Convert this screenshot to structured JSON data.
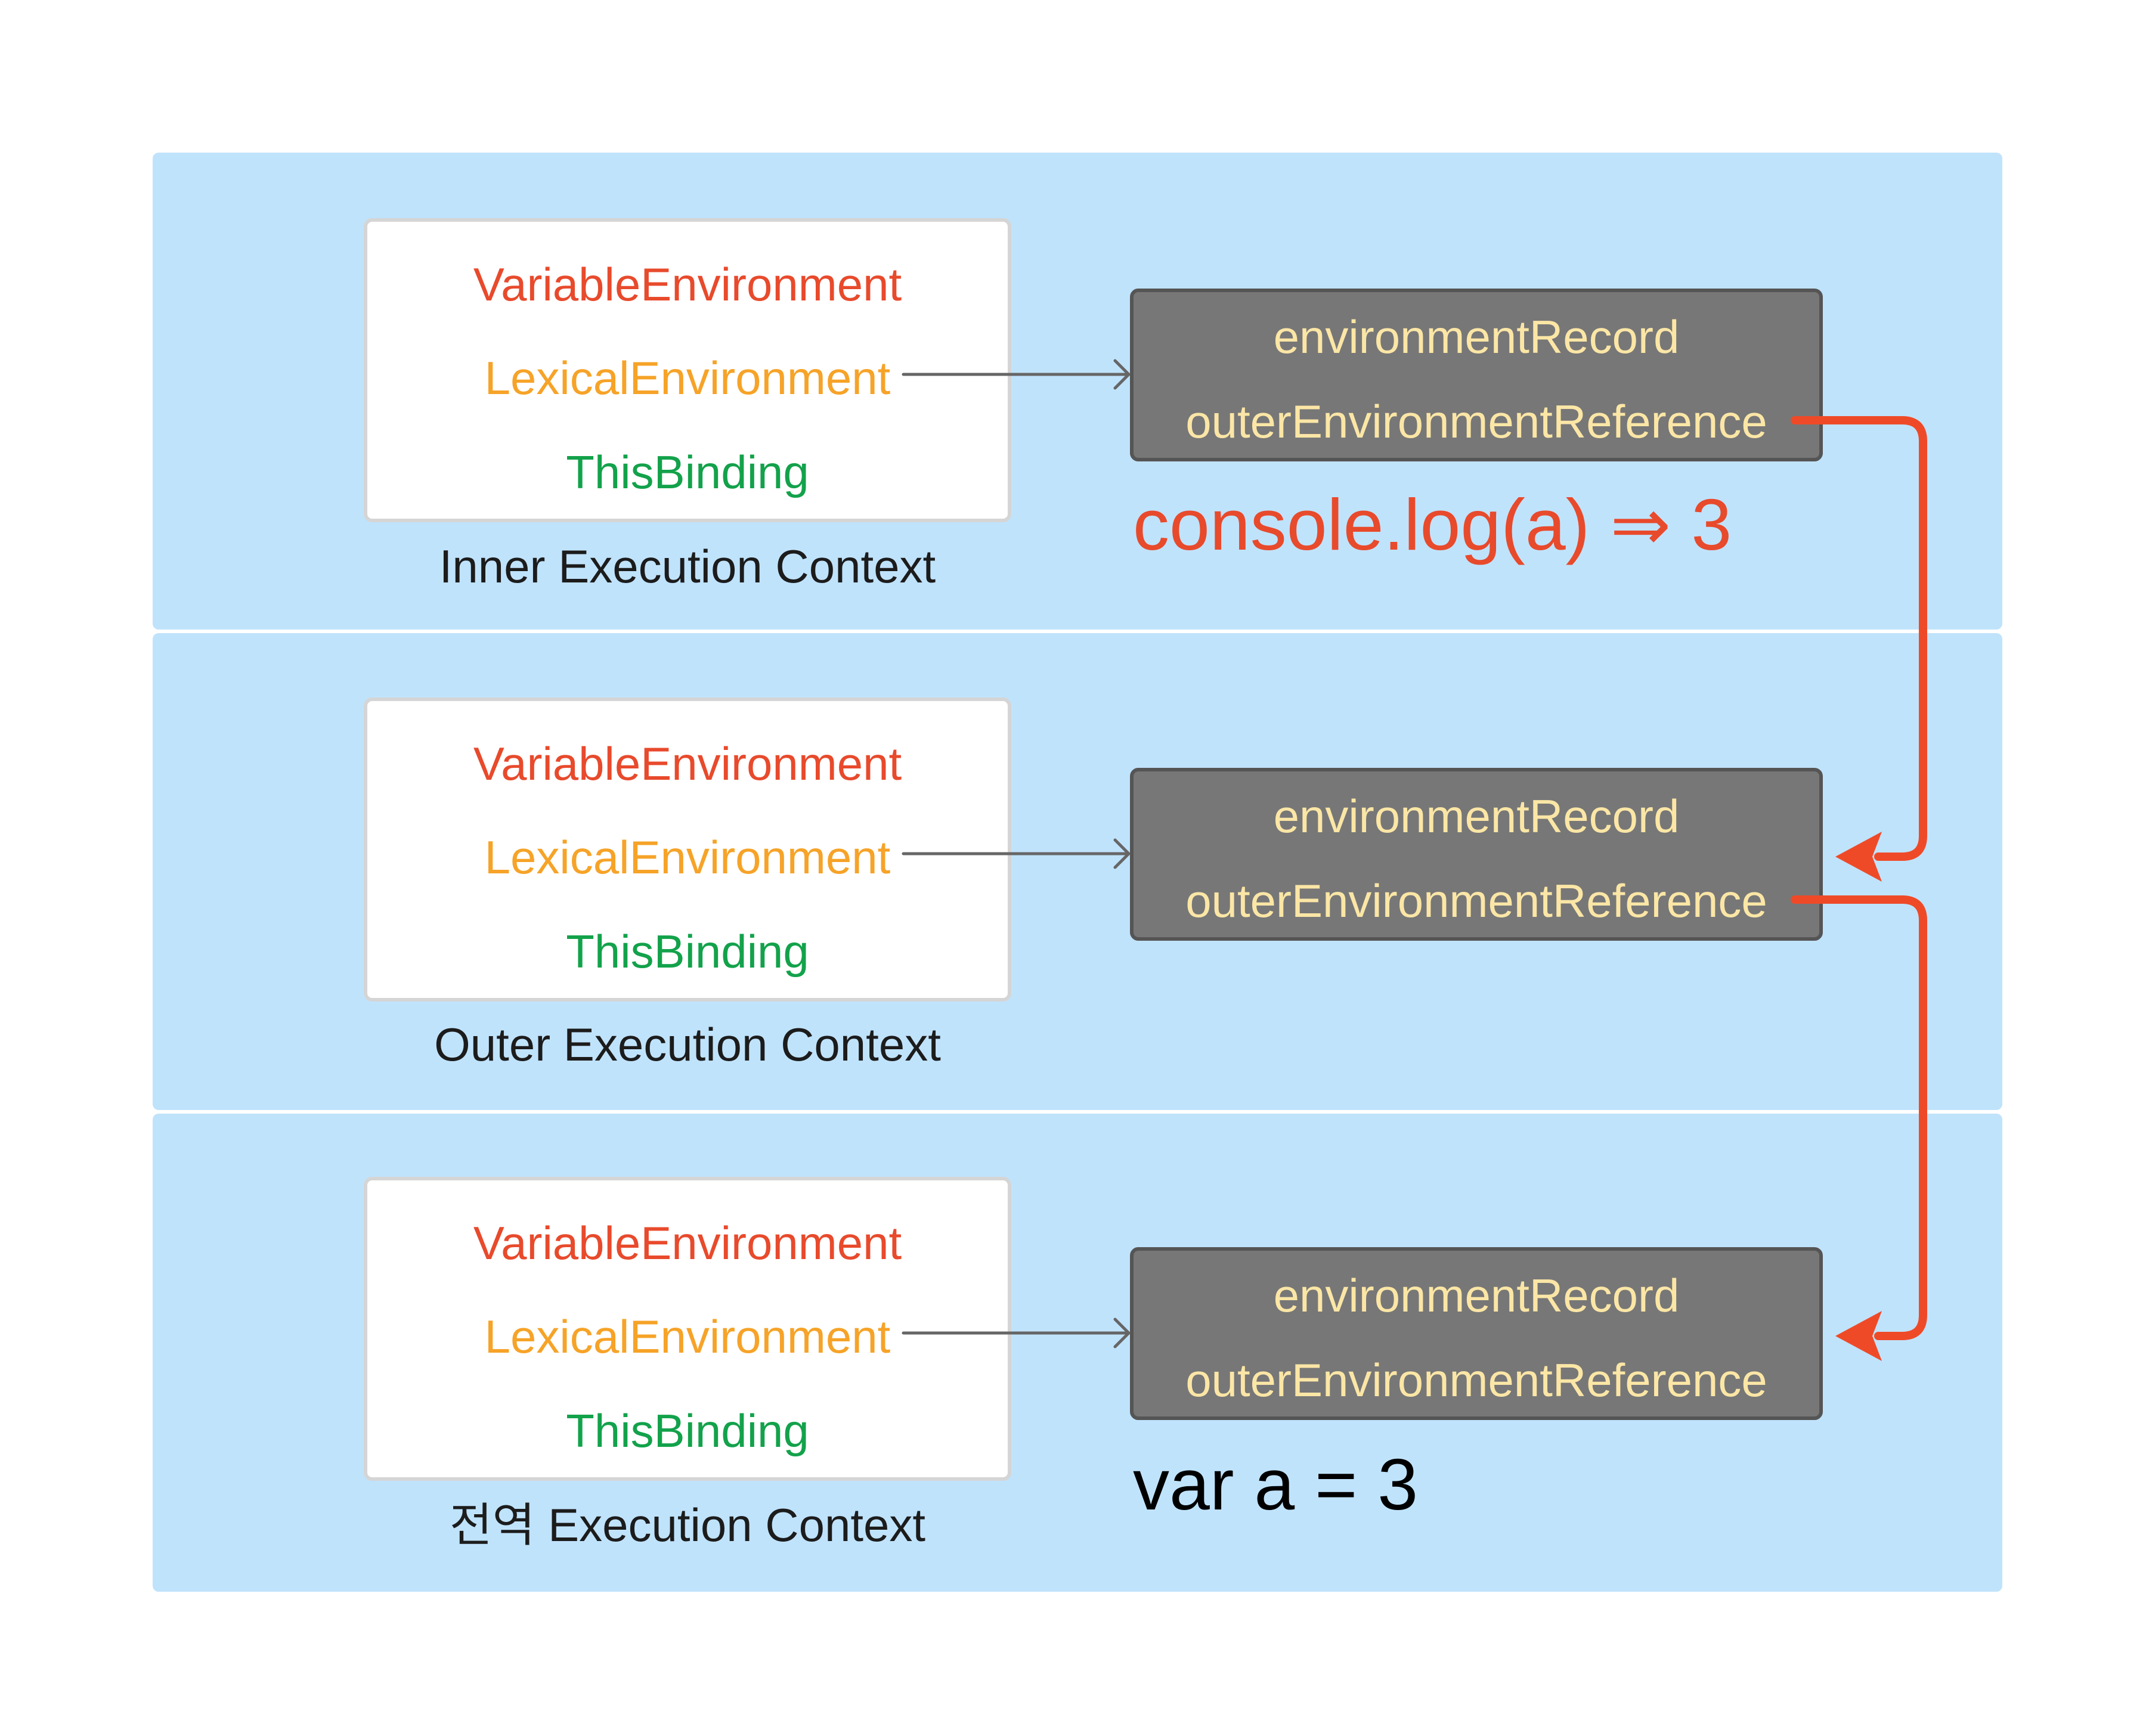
{
  "fields": {
    "variable_environment": "VariableEnvironment",
    "lexical_environment": "LexicalEnvironment",
    "this_binding": "ThisBinding"
  },
  "env_fields": {
    "environment_record": "environmentRecord",
    "outer_environment_reference": "outerEnvironmentReference"
  },
  "contexts": [
    {
      "label": "Inner Execution Context"
    },
    {
      "label": "Outer Execution Context"
    },
    {
      "label": "전역 Execution Context"
    }
  ],
  "notes": {
    "console_log": "console.log(a) ⇒ 3",
    "var_declaration": "var a = 3"
  },
  "colors": {
    "panel_background": "#c0e3fc",
    "variable_environment": "#e84a2c",
    "lexical_environment": "#f6a328",
    "this_binding": "#13a24b",
    "env_box": "#777777",
    "env_text": "#fbe6a6",
    "scope_chain_arrow": "#ef4a28",
    "reference_arrow": "#666666"
  }
}
